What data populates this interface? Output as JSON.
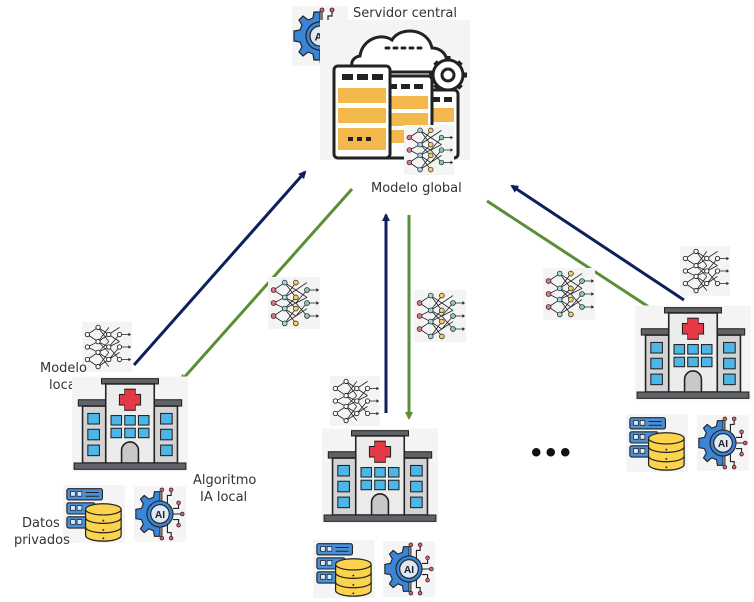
{
  "diagram": {
    "title": "Federated learning",
    "colors": {
      "upload_arrow": "#0d1f5c",
      "download_arrow": "#5a8f35",
      "hospital_wall": "#e8e8e8",
      "hospital_side": "#c9c9c9",
      "roof": "#5f6368",
      "window": "#4db6e8",
      "cross": "#e53945",
      "server_body": "#f2b84b",
      "db_yellow": "#fcd34d",
      "server_blue": "#4a90d9",
      "ai_blue": "#3a85d6"
    },
    "server": {
      "label_top": "Servidor central",
      "label_bottom": "Modelo global",
      "icons": [
        "ai-gear-icon",
        "cloud-server-icon",
        "gear-icon",
        "neural-network-icon"
      ]
    },
    "clients": [
      {
        "id": "hospital-1",
        "model_label_line1": "Modelo",
        "model_label_line2": "local",
        "algo_label_line1": "Algoritmo",
        "algo_label_line2": "IA local",
        "data_label_line1": "Datos",
        "data_label_line2": "privados"
      },
      {
        "id": "hospital-2"
      },
      {
        "id": "hospital-3"
      }
    ],
    "ellipsis": "•••",
    "arrows": [
      {
        "from": "hospital-1",
        "to": "server",
        "type": "upload"
      },
      {
        "from": "server",
        "to": "hospital-1",
        "type": "download"
      },
      {
        "from": "hospital-2",
        "to": "server",
        "type": "upload"
      },
      {
        "from": "server",
        "to": "hospital-2",
        "type": "download"
      },
      {
        "from": "hospital-3",
        "to": "server",
        "type": "upload"
      },
      {
        "from": "server",
        "to": "hospital-3",
        "type": "download"
      }
    ]
  }
}
